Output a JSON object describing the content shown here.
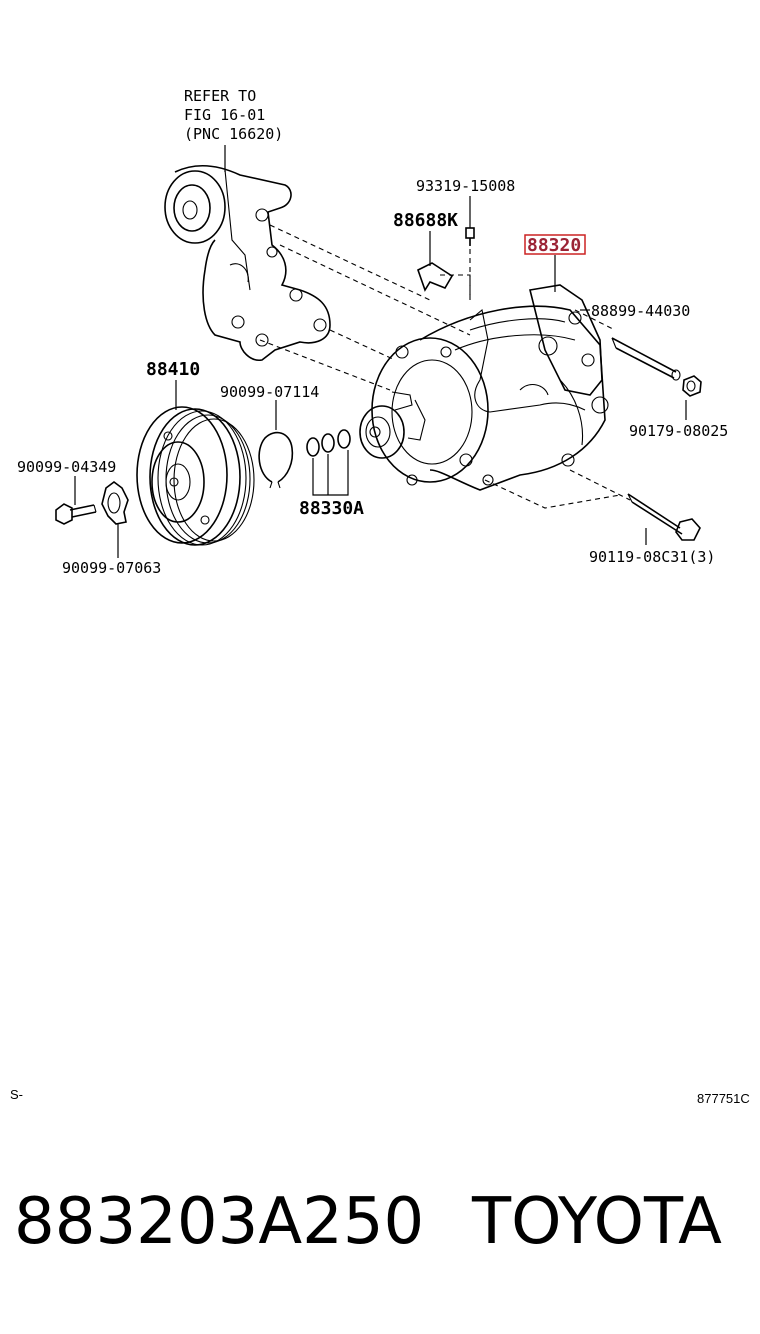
{
  "diagram": {
    "refer_note": [
      "REFER TO",
      "FIG 16-01",
      "(PNC 16620)"
    ],
    "labels": {
      "p93319": "93319-15008",
      "p88688k": "88688K",
      "p88320": "88320",
      "p88899": "88899-44030",
      "p88410": "88410",
      "p90099_07114": "90099-07114",
      "p90179": "90179-08025",
      "p90099_04349": "90099-04349",
      "p88330a": "88330A",
      "p90119": "90119-08C31(3)",
      "p90099_07063": "90099-07063"
    },
    "highlight_color": "#cc2222",
    "corner_left": "S-",
    "corner_right": "877751C"
  },
  "footer": {
    "part_number": "883203A250",
    "brand": "TOYOTA"
  }
}
